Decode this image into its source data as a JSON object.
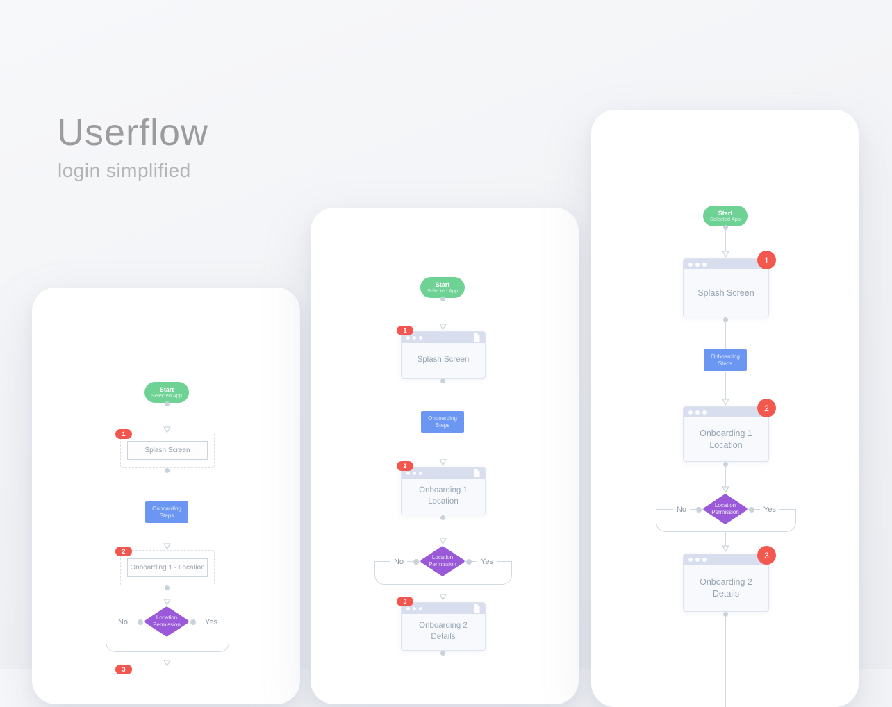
{
  "header": {
    "title": "Userflow",
    "subtitle": "login simplified"
  },
  "colors": {
    "background": "#f2f3f6",
    "card": "#ffffff",
    "start_green": "#6ed295",
    "process_blue": "#6b97f3",
    "decision_purple": "#9a59d8",
    "badge_red": "#f2564e",
    "browser_header": "#d8deee",
    "connector_gray": "#cfd9df",
    "text_gray": "#9aa6b6"
  },
  "cards": [
    {
      "name": "wireframe-flow",
      "start": {
        "label": "Start",
        "sublabel": "Selected App"
      },
      "splash": {
        "badge": "1",
        "label": "Splash Screen"
      },
      "process": {
        "line1": "Onboarding",
        "line2": "Steps"
      },
      "onboarding1": {
        "badge": "2",
        "label": "Onboarding 1 - Location"
      },
      "decision": {
        "line1": "Location",
        "line2": "Permission",
        "no": "No",
        "yes": "Yes"
      },
      "details": {
        "badge": "3"
      }
    },
    {
      "name": "mid-fidelity-flow",
      "start": {
        "label": "Start",
        "sublabel": "Selected App"
      },
      "splash": {
        "badge": "1",
        "label": "Splash Screen"
      },
      "process": {
        "line1": "Onboarding",
        "line2": "Steps"
      },
      "onboarding1": {
        "badge": "2",
        "line1": "Onboarding 1",
        "line2": "Location"
      },
      "decision": {
        "line1": "Location",
        "line2": "Permission",
        "no": "No",
        "yes": "Yes"
      },
      "details": {
        "badge": "3",
        "line1": "Onboarding 2",
        "line2": "Details"
      }
    },
    {
      "name": "high-fidelity-flow",
      "start": {
        "label": "Start",
        "sublabel": "Selected App"
      },
      "splash": {
        "badge": "1",
        "label": "Splash Screen"
      },
      "process": {
        "line1": "Onboarding",
        "line2": "Steps"
      },
      "onboarding1": {
        "badge": "2",
        "line1": "Onboarding 1",
        "line2": "Location"
      },
      "decision": {
        "line1": "Location",
        "line2": "Permission",
        "no": "No",
        "yes": "Yes"
      },
      "details": {
        "badge": "3",
        "line1": "Onboarding 2",
        "line2": "Details"
      }
    }
  ]
}
